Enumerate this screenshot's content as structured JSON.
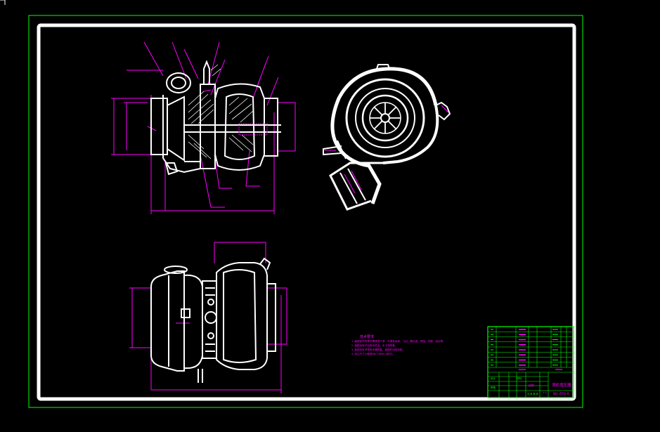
{
  "window": {
    "corner_label": ""
  },
  "colors": {
    "background": "#000000",
    "outer_border": "#00ff00",
    "inner_border": "#ffffff",
    "outline": "#ffffff",
    "dimension": "#ff00ff",
    "section_hatch": "#ffffff",
    "title_block": "#00ff00",
    "text": "#ff00ff"
  },
  "notes": {
    "title": "技术要求",
    "lines": [
      "1.装配前所有零件需清洗干净，不得有毛刺、飞边、氧化皮、锈蚀、切屑、油污等。",
      "2.装配后转子应转动灵活，无卡滞现象。",
      "3.各密封处不得有渗漏现象，装配时涂密封胶。",
      "4.未注尺寸公差按GB/T1804-m执行。"
    ]
  },
  "title_block": {
    "drawing_title": "涡轮增压器",
    "drawing_number": "WL-ZYQ-0",
    "scale_label": "比例",
    "scale_value": "1:1",
    "sheet_label": "共 张 第 张",
    "material_label": "材料",
    "designer_label": "设计",
    "checker_label": "审核",
    "rows": 8
  }
}
